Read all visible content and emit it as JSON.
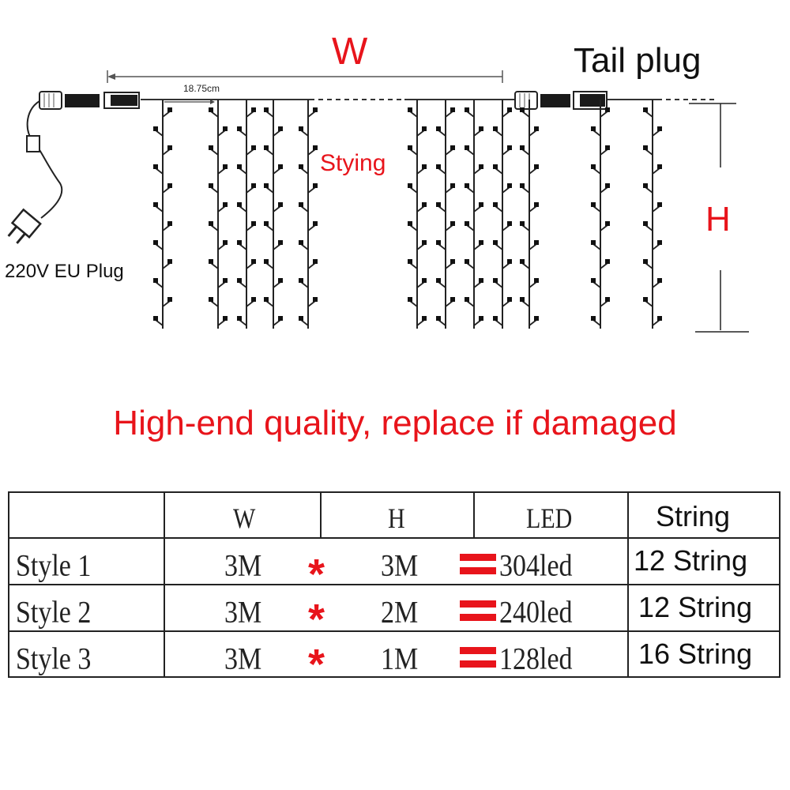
{
  "diagram": {
    "width_label": "W",
    "tail_plug_label": "Tail plug",
    "height_label": "H",
    "spacing_label": "18.75cm",
    "styling_label": "Stying",
    "plug_label": "220V EU Plug"
  },
  "headline": "High-end quality, replace if damaged",
  "table": {
    "headers": [
      "W",
      "H",
      "LED",
      "String"
    ],
    "rows": [
      {
        "style": "Style 1",
        "w": "3M",
        "h": "3M",
        "led": "304led",
        "string": "12 String"
      },
      {
        "style": "Style 2",
        "w": "3M",
        "h": "2M",
        "led": "240led",
        "string": "12 String"
      },
      {
        "style": "Style 3",
        "w": "3M",
        "h": "1M",
        "led": "128led",
        "string": "16 String"
      }
    ],
    "multiply_symbol": "*",
    "colors": {
      "accent": "#e8141b",
      "line": "#222222"
    }
  }
}
